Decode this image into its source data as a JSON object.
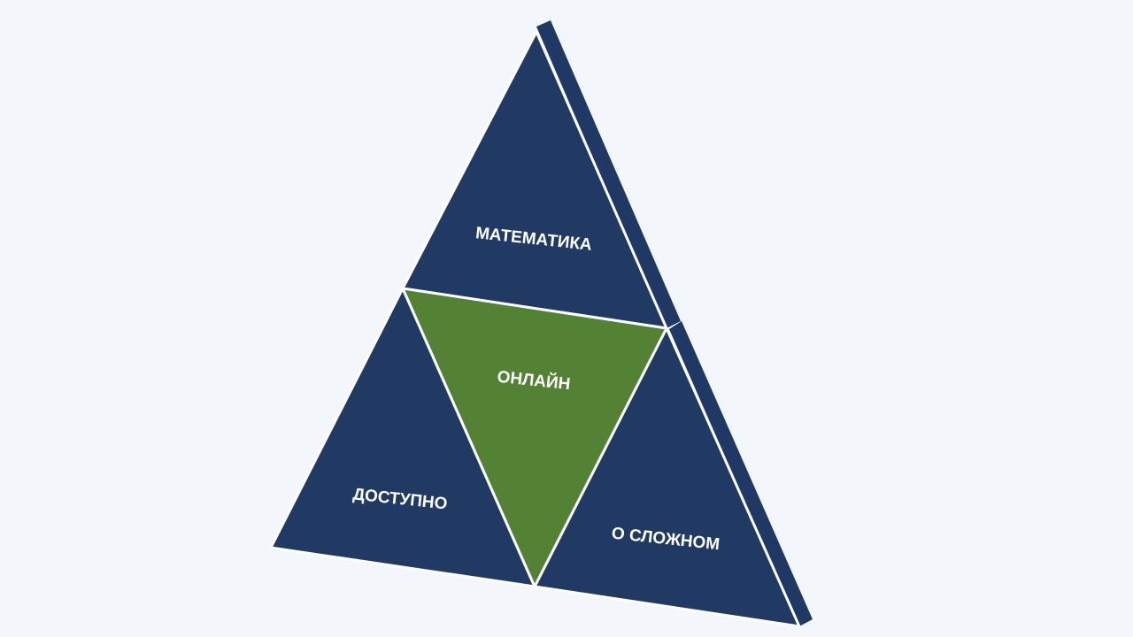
{
  "diagram": {
    "top_label": "МАТЕМАТИКА",
    "center_label": "ОНЛАЙН",
    "left_label": "ДОСТУПНО",
    "right_label": "О СЛОЖНОМ",
    "colors": {
      "outer": "#213a63",
      "center": "#548235",
      "edge": "#1f3864",
      "border": "#ffffff",
      "background": "#f3f7fb"
    }
  }
}
